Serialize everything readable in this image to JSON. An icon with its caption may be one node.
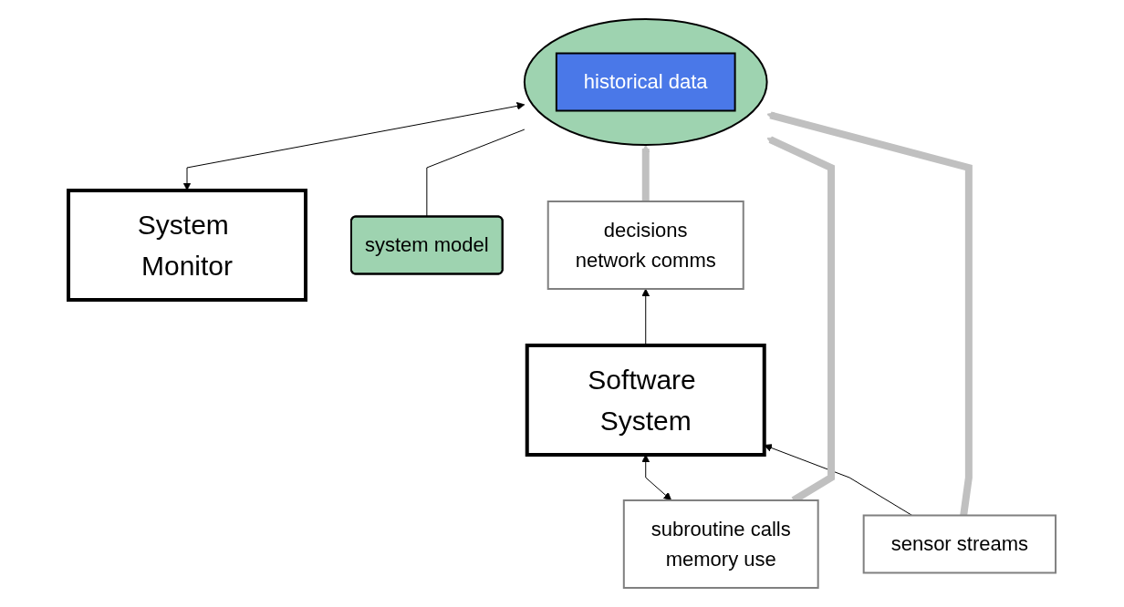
{
  "diagram": {
    "nodes": [
      {
        "text": [
          "System Monitor"
        ]
      },
      {
        "text": [],
        "shape": "ellipse"
      },
      {
        "text": [
          "historical data"
        ],
        "in": 1
      },
      {
        "text": [
          "system model"
        ]
      },
      {
        "text": [
          "subroutine calls",
          "memory use"
        ]
      },
      {
        "text": [
          "sensor streams"
        ]
      },
      {
        "text": [
          "Software System"
        ]
      },
      {
        "text": [
          "decisions",
          "network comms"
        ]
      }
    ],
    "edges": [
      {
        "from": 0,
        "to": 1,
        "arrow": "both"
      },
      {
        "from": 3,
        "to": 1,
        "arrow": "none"
      },
      {
        "from": 5,
        "to": 1,
        "arrow": "to",
        "style": "thick",
        "color": "#c0c0c0"
      },
      {
        "from": 4,
        "to": 1,
        "arrow": "to",
        "style": "thick",
        "color": "#c0c0c0"
      },
      {
        "from": 7,
        "to": 1,
        "arrow": "to",
        "style": "thick",
        "color": "#c0c0c0"
      },
      {
        "from": 4,
        "to": 6,
        "arrow": "both"
      },
      {
        "from": 5,
        "to": 6,
        "arrow": "to"
      },
      {
        "from": 6,
        "to": 7,
        "arrow": "to"
      }
    ]
  }
}
